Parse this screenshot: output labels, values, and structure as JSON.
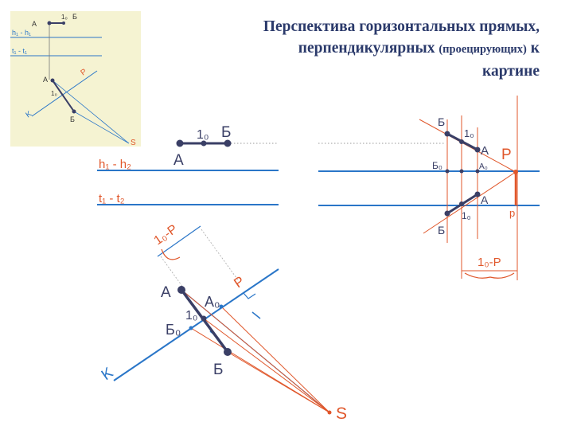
{
  "title": {
    "line1": "Перспектива горизонтальных прямых,",
    "line2a": "перпендикулярных ",
    "line2b": "(проецирующих)",
    "line2c": " к",
    "line3": "картине"
  },
  "inset": {
    "l_h": "h₁ - h₁",
    "l_t": "t₁ - t₁",
    "A_top": "A",
    "one_top": "1₀",
    "B_top": "Б",
    "A": "A",
    "one": "1₀",
    "B": "Б",
    "P": "P",
    "K": "K",
    "S": "S"
  },
  "main": {
    "h_label": "h₁ - h₂",
    "t_label": "t₁ - t₂",
    "A_top": "A",
    "one_top": "1₀",
    "B_top": "Б",
    "dist": "1₀-P",
    "P": "P",
    "A": "A",
    "A0": "A₀",
    "one": "1₀",
    "B0": "Б₀",
    "B": "Б",
    "K": "K",
    "S": "S"
  },
  "right": {
    "B_top": "Б",
    "one_top": "1₀",
    "A_top": "A",
    "P": "P",
    "B0": "Б₀",
    "A0": "A₀",
    "A_low": "A",
    "one_low": "1₀",
    "B_low": "Б",
    "p": "p",
    "dist": "1₀-P"
  },
  "colors": {
    "inset_bg": "#f5f3d2",
    "blue": "#2a76c8",
    "red": "#e0572b",
    "segment": "#3a3f66",
    "title": "#2b3a6b"
  }
}
